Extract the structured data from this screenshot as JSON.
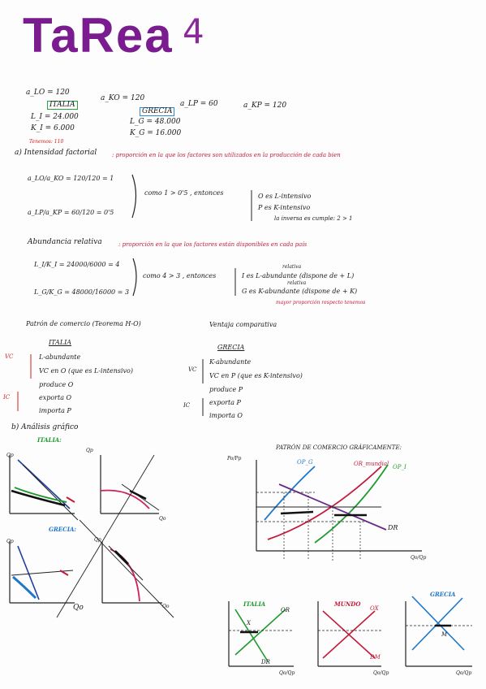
{
  "title": "TaRea",
  "title_number": "4",
  "givens": {
    "alo": "a_LO = 120",
    "ako": "a_KO = 120",
    "alp": "a_LP = 60",
    "akp": "a_KP = 120",
    "italia_label": "ITALIA",
    "li": "L_I = 24.000",
    "ki": "K_I = 6.000",
    "grecia_label": "GRECIA",
    "lg": "L_G = 48.000",
    "kg": "K_G = 16.000"
  },
  "section_a": {
    "note_above": "Tenemos: 110",
    "label": "a) Intensidad factorial",
    "definition": ": proporción en la que los factores son utilizados en la producción de cada bien",
    "frac1": "a_LO/a_KO = 120/120 = 1",
    "frac2": "a_LP/a_KP = 60/120 = 0'5",
    "como": "como 1 > 0'5 , entonces",
    "o_es": "O es L-intensivo",
    "p_es": "P es K-intensivo",
    "nota": "la inversa es cumple: 2 > 1"
  },
  "abundancia": {
    "label": "Abundancia relativa",
    "definition": ": proporción en la que los factores están disponibles en cada país",
    "frac1": "L_I/K_I = 24000/6000 = 4",
    "frac2": "L_G/K_G = 48000/16000 = 3",
    "como": "como 4 > 3 , entonces",
    "relativa1": "relativa",
    "i_es": "I es L-abundante (dispone de + L)",
    "relativa2": "relativa",
    "g_es": "G es K-abundante (dispone de + K)",
    "mayor": "mayor proporción respecto tenemos"
  },
  "patron": {
    "label": "Patrón de comercio (Teorema H-O)",
    "ventaja": "Ventaja comparativa",
    "italia_title": "ITALIA",
    "italia_items": [
      "L-abundante",
      "VC en O (que es L-intensivo)",
      "produce O",
      "exporta O",
      "importa P"
    ],
    "grecia_title": "GRECIA",
    "grecia_items": [
      "K-abundante",
      "VC en P (que es K-intensivo)",
      "produce P",
      "exporta P",
      "importa O"
    ],
    "vc": "VC",
    "ic": "IC"
  },
  "section_b": {
    "label": "b) Análisis gráfico",
    "italia": "ITALIA:",
    "grecia": "GRECIA:",
    "qp": "Qp",
    "qo": "Qo",
    "patron_title": "PATRÓN DE COMERCIO GRÁFICAMENTE:",
    "op_g": "OP_G",
    "or_mundial": "OR_mundial",
    "op_i": "OP_I",
    "dr": "DR",
    "axis_y": "Po/Pp",
    "axis_x": "Qo/Qp",
    "graficos": [
      "ITALIA",
      "MUNDO",
      "GRECIA"
    ],
    "labels_small": [
      "OR",
      "DR",
      "OX",
      "DM",
      "X",
      "M"
    ]
  }
}
